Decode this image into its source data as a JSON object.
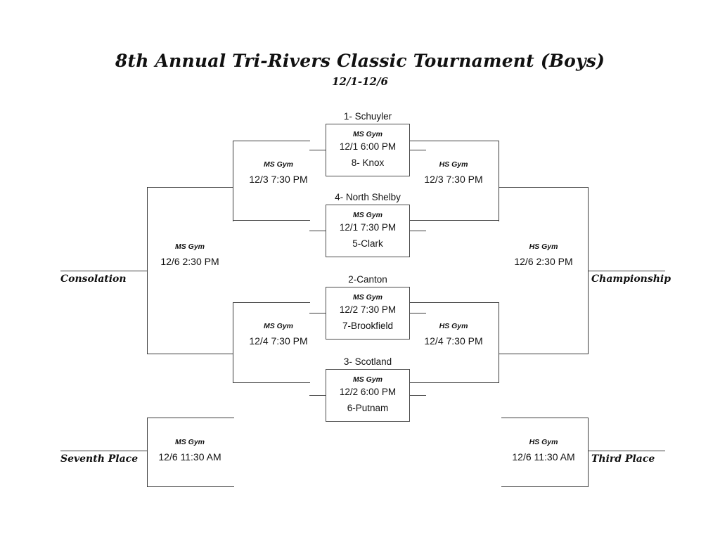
{
  "header": {
    "title": "8th Annual Tri-Rivers Classic Tournament (Boys)",
    "subtitle": "12/1-12/6"
  },
  "round1": [
    {
      "top_team": "1- Schuyler",
      "gym": "MS Gym",
      "datetime": "12/1 6:00 PM",
      "bottom_team": "8- Knox"
    },
    {
      "top_team": "4- North Shelby",
      "gym": "MS Gym",
      "datetime": "12/1 7:30 PM",
      "bottom_team": "5-Clark"
    },
    {
      "top_team": "2-Canton",
      "gym": "MS Gym",
      "datetime": "12/2 7:30 PM",
      "bottom_team": "7-Brookfield"
    },
    {
      "top_team": "3- Scotland",
      "gym": "MS Gym",
      "datetime": "12/2 6:00 PM",
      "bottom_team": "6-Putnam"
    }
  ],
  "consolation_semis": [
    {
      "gym": "MS Gym",
      "datetime": "12/3 7:30 PM"
    },
    {
      "gym": "MS Gym",
      "datetime": "12/4 7:30 PM"
    }
  ],
  "winners_semis": [
    {
      "gym": "HS Gym",
      "datetime": "12/3 7:30 PM"
    },
    {
      "gym": "HS Gym",
      "datetime": "12/4 7:30 PM"
    }
  ],
  "finals": {
    "consolation": {
      "label": "Consolation",
      "gym": "MS Gym",
      "datetime": "12/6 2:30 PM"
    },
    "championship": {
      "label": "Championship",
      "gym": "HS Gym",
      "datetime": "12/6 2:30 PM"
    },
    "seventh_place": {
      "label": "Seventh Place",
      "gym": "MS Gym",
      "datetime": "12/6 11:30 AM"
    },
    "third_place": {
      "label": "Third Place",
      "gym": "HS Gym",
      "datetime": "12/6 11:30 AM"
    }
  },
  "colors": {
    "line": "#3b3b3b",
    "box_border": "#4a4a4a",
    "text": "#111111",
    "background": "#ffffff"
  }
}
